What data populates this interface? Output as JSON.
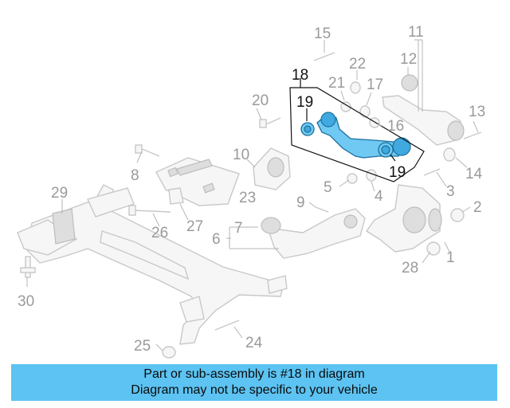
{
  "callouts": {
    "c1": "1",
    "c2": "2",
    "c3": "3",
    "c4": "4",
    "c5": "5",
    "c6": "6",
    "c7": "7",
    "c8": "8",
    "c9": "9",
    "c10": "10",
    "c11": "11",
    "c12": "12",
    "c13": "13",
    "c14": "14",
    "c15": "15",
    "c16": "16",
    "c17": "17",
    "c18": "18",
    "c19a": "19",
    "c19b": "19",
    "c20": "20",
    "c21": "21",
    "c22": "22",
    "c23": "23",
    "c24": "24",
    "c25": "25",
    "c26": "26",
    "c27": "27",
    "c28": "28",
    "c29": "29",
    "c30": "30"
  },
  "highlighted_part": "18",
  "colors": {
    "highlight_fill": "#6fc9f2",
    "highlight_stroke": "#1d6f9c",
    "banner": "#5cc3f2"
  },
  "banner": {
    "line1": "Part or sub-assembly is #18 in diagram",
    "line2": "Diagram may not be specific to your vehicle"
  }
}
